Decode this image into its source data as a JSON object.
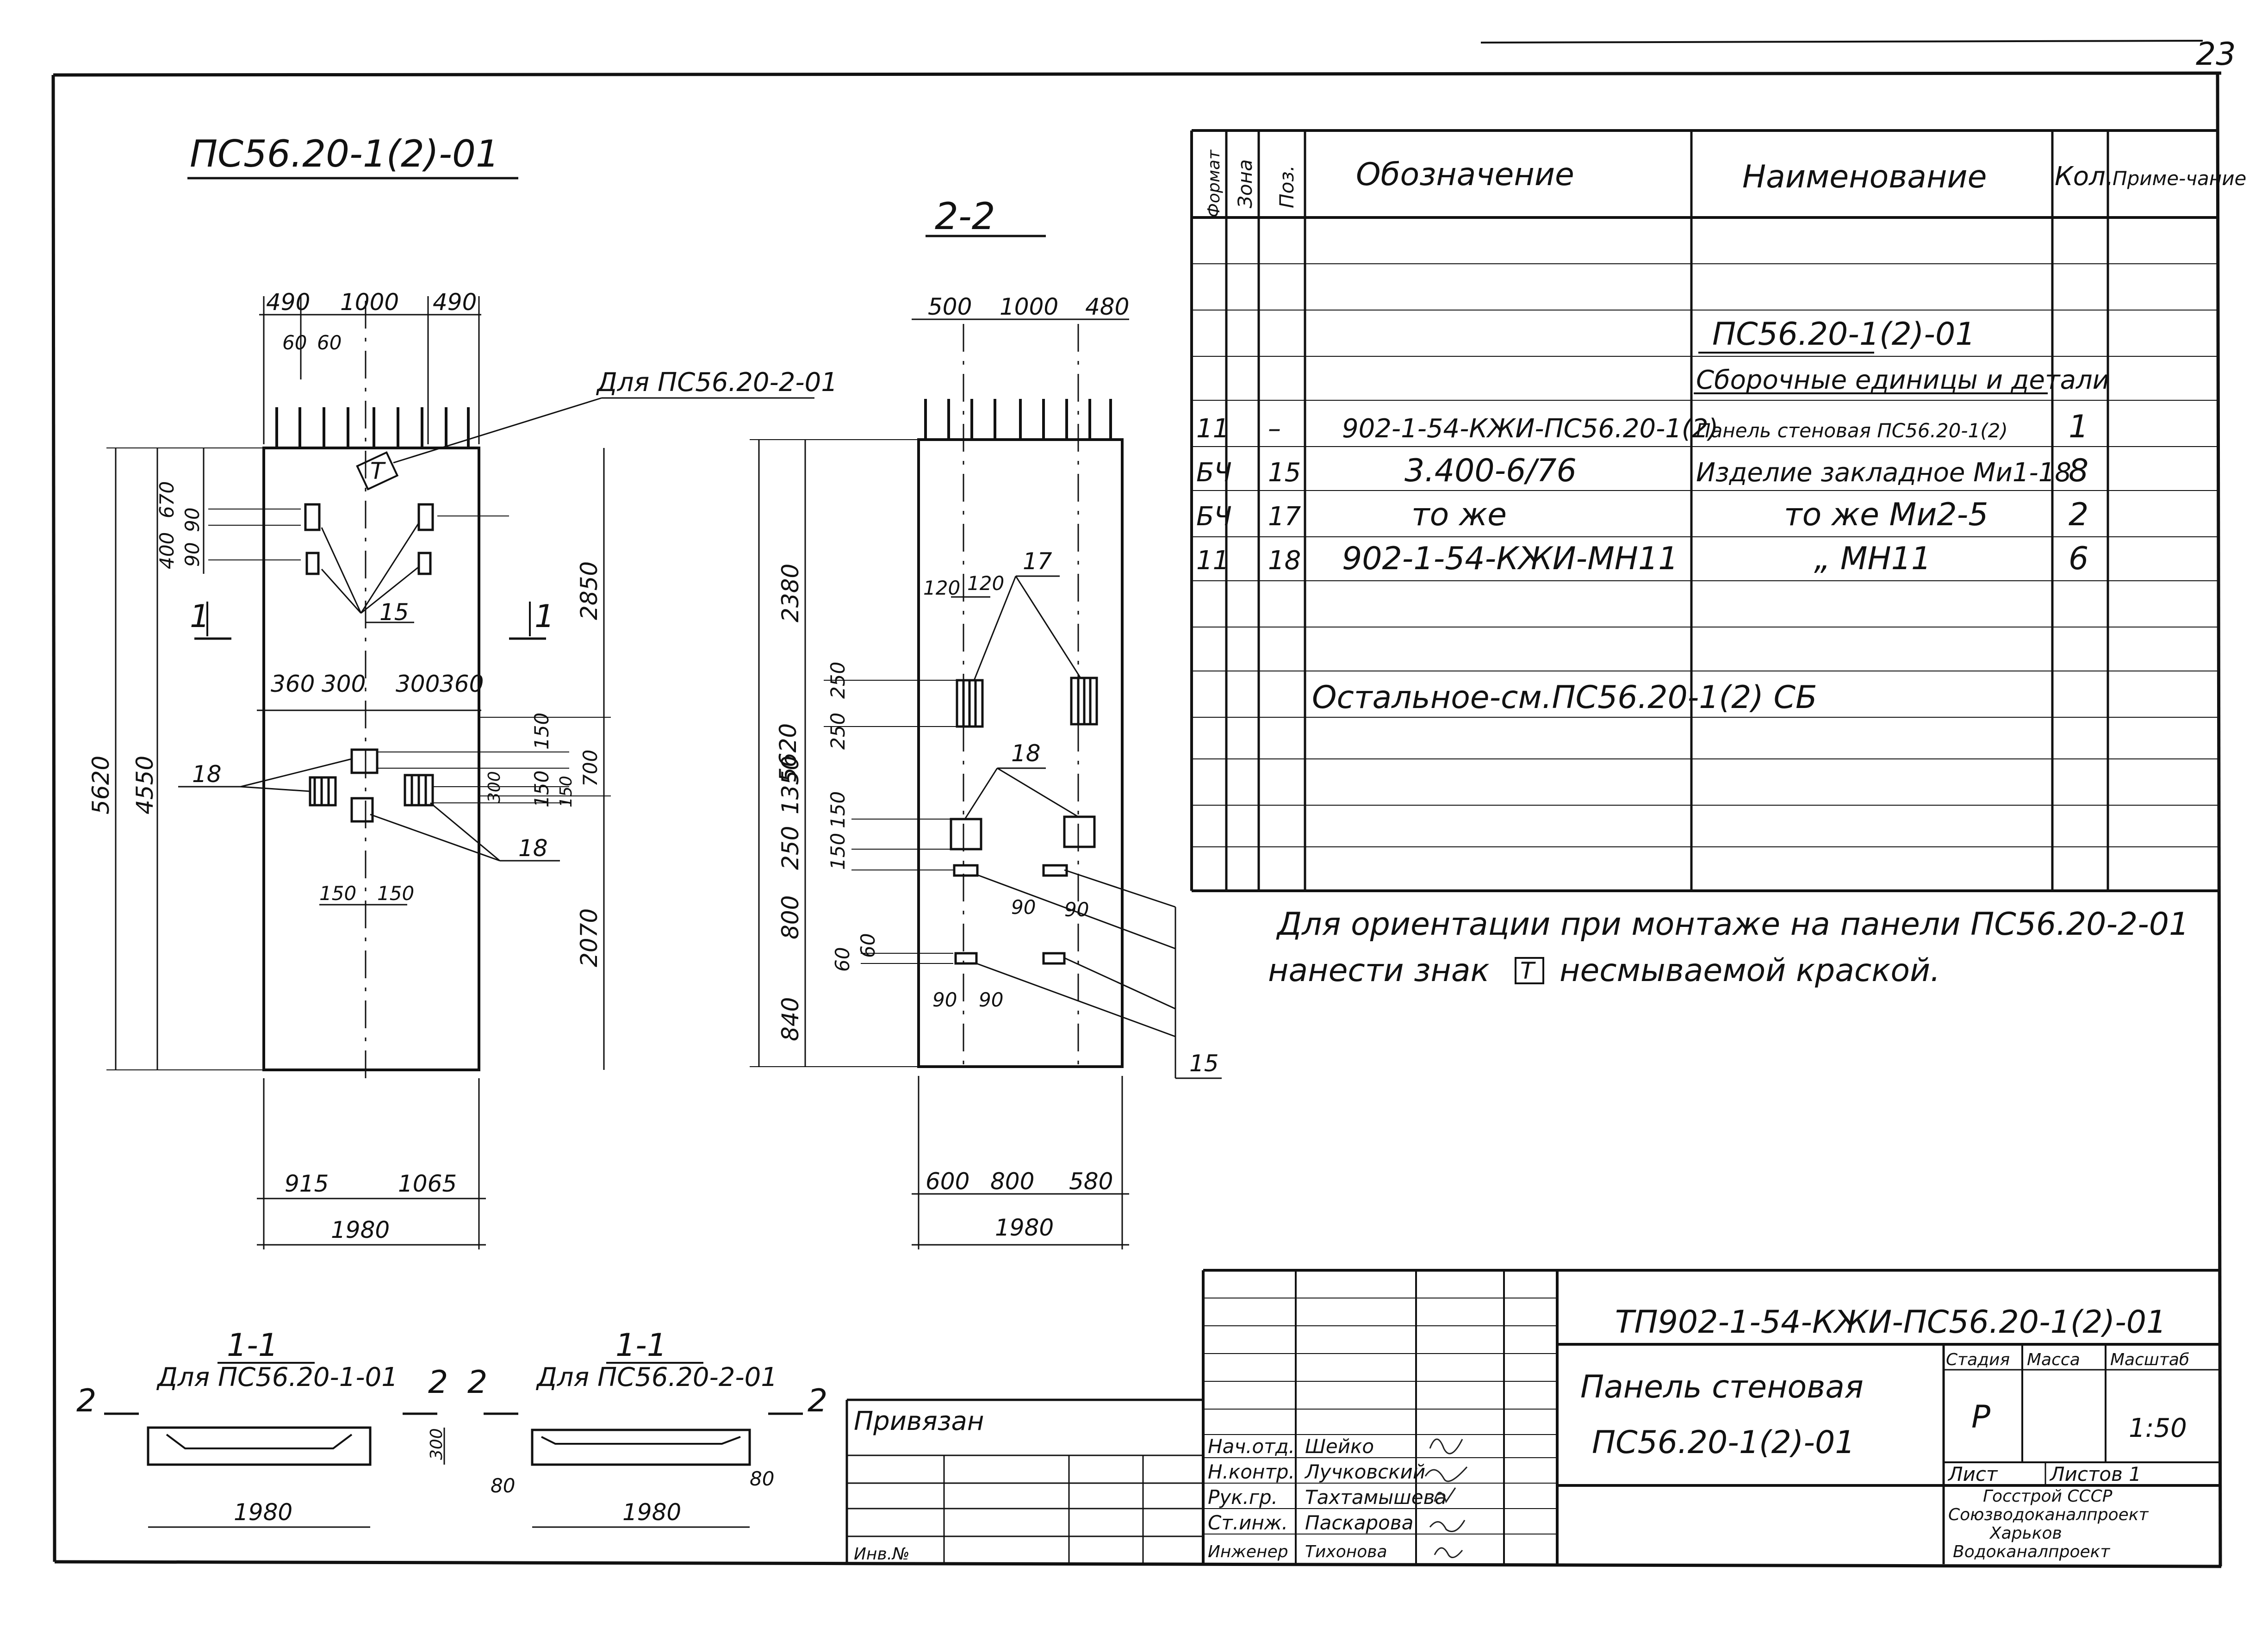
{
  "sheet_number": "23",
  "drawing_main": {
    "title": "ПС56.20-1(2)-01",
    "top_dims": [
      "490",
      "1000",
      "490"
    ],
    "sub_dims": [
      "60",
      "60"
    ],
    "left_dims": [
      "400",
      "670",
      "90",
      "90"
    ],
    "overall_left": [
      "5620",
      "4550"
    ],
    "right_dims": [
      "2850",
      "2070",
      "700"
    ],
    "middle_dims": [
      "360",
      "300",
      "300",
      "360"
    ],
    "mid_right": [
      "150",
      "150",
      "300",
      "150"
    ],
    "bottom_inner": [
      "150",
      "150"
    ],
    "bottom_dims": [
      "915",
      "1065"
    ],
    "width": "1980",
    "section_mark": "1",
    "label_15": "15",
    "label_18a": "18",
    "label_18b": "18",
    "sign_T": "Т",
    "callout_note": "Для ПС56.20-2-01"
  },
  "section_22": {
    "title": "2-2",
    "top_dims": [
      "500",
      "1000",
      "480"
    ],
    "left_dims": [
      "5620",
      "2380",
      "1350",
      "250",
      "800",
      "840"
    ],
    "inner_dims": [
      "250",
      "250",
      "150",
      "150",
      "60",
      "60"
    ],
    "small_dims": [
      "120",
      "120",
      "90",
      "90",
      "90",
      "90"
    ],
    "bottom_dims": [
      "600",
      "800",
      "580"
    ],
    "width": "1980",
    "label_17": "17",
    "label_18": "18",
    "label_15": "15"
  },
  "sections_11": [
    {
      "title": "1-1",
      "subtitle": "Для ПС56.20-1-01",
      "width": "1980",
      "dims": [
        "300"
      ],
      "marks": [
        "2",
        "2"
      ]
    },
    {
      "title": "1-1",
      "subtitle": "Для ПС56.20-2-01",
      "width": "1980",
      "dims": [
        "80",
        "80"
      ],
      "marks": [
        "2",
        "2"
      ]
    }
  ],
  "spec_table": {
    "headers": [
      "Формат",
      "Зона",
      "Поз.",
      "Обозначение",
      "Наименование",
      "Кол.",
      "Приме-чание"
    ],
    "group_title": "ПС56.20-1(2)-01",
    "group_subtitle": "Сборочные единицы и детали",
    "rows": [
      {
        "format": "11",
        "zone": "",
        "pos": "–",
        "designation": "902-1-54-КЖИ-ПС56.20-1(2)",
        "name": "Панель стеновая ПС56.20-1(2)",
        "qty": "1"
      },
      {
        "format": "БЧ",
        "zone": "",
        "pos": "15",
        "designation": "3.400-6/76",
        "name": "Изделие закладное Ми1-18",
        "qty": "8"
      },
      {
        "format": "БЧ",
        "zone": "",
        "pos": "17",
        "designation": "то же",
        "name": "то же Ми2-5",
        "qty": "2"
      },
      {
        "format": "11",
        "zone": "",
        "pos": "18",
        "designation": "902-1-54-КЖИ-МН11",
        "name": "„ МН11",
        "qty": "6"
      }
    ],
    "footer_note": "Остальное-см.ПС56.20-1(2) СБ"
  },
  "note": {
    "line1": "Для ориентации при монтаже на панели ПС56.20-2-01",
    "line2_a": "нанести знак",
    "line2_sign": "Т",
    "line2_b": "несмываемой краской."
  },
  "title_block": {
    "code": "ТП902-1-54-КЖИ-ПС56.20-1(2)-01",
    "name_line1": "Панель стеновая",
    "name_line2": "ПС56.20-1(2)-01",
    "stage_label": "Стадия",
    "mass_label": "Масса",
    "scale_label": "Масштаб",
    "stage": "Р",
    "scale": "1:50",
    "sheet_label": "Лист",
    "sheets_label": "Листов 1",
    "org_line1": "Госстрой СССР",
    "org_line2": "Союзводоканалпроект",
    "org_line3": "Харьков",
    "org_line4": "Водоканалпроект",
    "privyazan": "Привязан",
    "inv_label": "Инв.№",
    "roles": [
      {
        "role": "Нач.отд.",
        "name": "Шейко"
      },
      {
        "role": "Н.контр.",
        "name": "Лучковский"
      },
      {
        "role": "Рук.гр.",
        "name": "Тахтамышева"
      },
      {
        "role": "Ст.инж.",
        "name": "Паскарова"
      },
      {
        "role": "Инженер",
        "name": "Тихонова"
      }
    ]
  }
}
